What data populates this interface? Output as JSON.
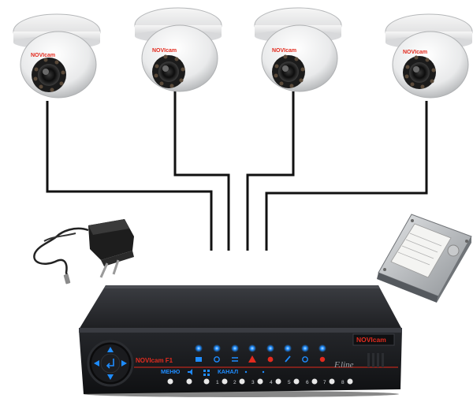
{
  "cameras": [
    {
      "brand": "NOVIcam"
    },
    {
      "brand": "NOVIcam"
    },
    {
      "brand": "NOVIcam"
    },
    {
      "brand": "NOVIcam"
    }
  ],
  "dvr": {
    "brand": "NOVIcam",
    "model": "NOVIcam F1",
    "series": "F.line",
    "menu_label": "МЕНЮ",
    "channel_label": "КАНАЛ",
    "channel_numbers": [
      "1",
      "2",
      "3",
      "4",
      "5",
      "6",
      "7",
      "8"
    ]
  },
  "colors": {
    "brand_red": "#e32b1e",
    "indicator_blue": "#1e8cff",
    "dvr_body": "#2a2c30"
  },
  "icons": [
    "dome-camera-icon",
    "power-adapter-icon",
    "hard-drive-icon",
    "dvr-recorder-icon"
  ]
}
